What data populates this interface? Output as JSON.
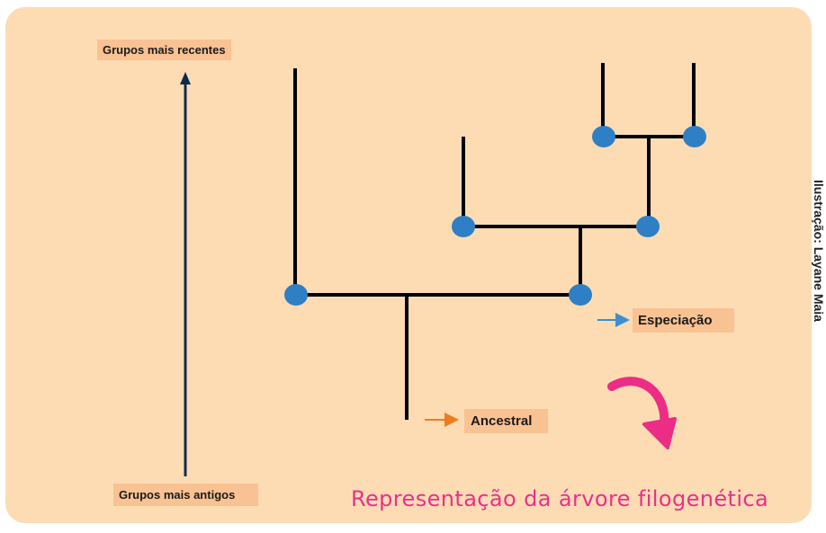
{
  "labels": {
    "recent_groups": "Grupos mais recentes",
    "old_groups": "Grupos mais antigos",
    "speciation": "Especiação",
    "ancestral": "Ancestral"
  },
  "caption": "Representação da árvore filogenética",
  "credit": "Ilustração: Layane Maia",
  "colors": {
    "background": "#fddcb4",
    "label_box": "#f9c292",
    "branch": "#000000",
    "node": "#2f7fc4",
    "time_arrow": "#0f2a4f",
    "speciation_arrow": "#3d8fd0",
    "ancestral_arrow": "#f07a1f",
    "curved_arrow": "#ec2d86",
    "caption": "#e8318a"
  },
  "icons": {
    "time_axis": "up-arrow-icon",
    "speciation_pointer": "right-arrow-icon",
    "ancestral_pointer": "right-arrow-icon",
    "decorative": "curved-down-arrow-icon"
  }
}
